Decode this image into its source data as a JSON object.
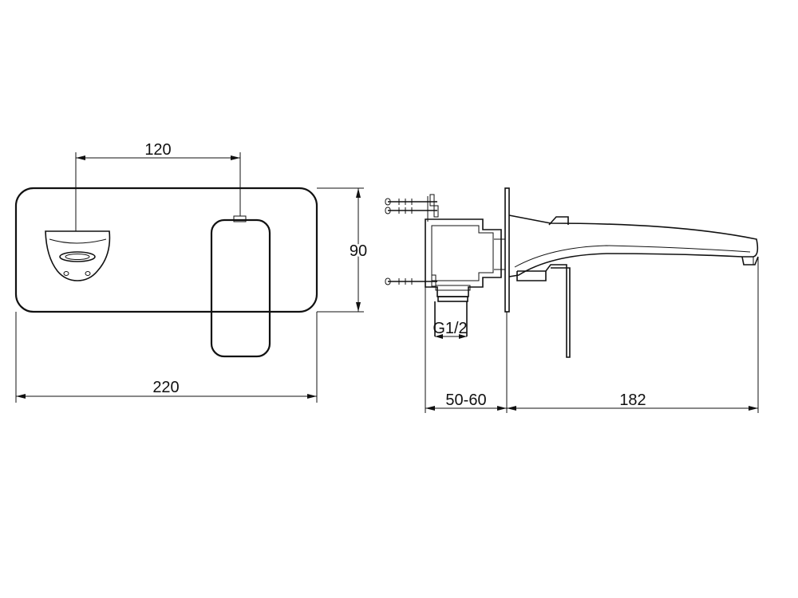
{
  "dimensions": {
    "front_spacing": "120",
    "front_height": "90",
    "front_width": "220",
    "thread": "G1/2",
    "wall_depth": "50-60",
    "spout_projection": "182"
  }
}
